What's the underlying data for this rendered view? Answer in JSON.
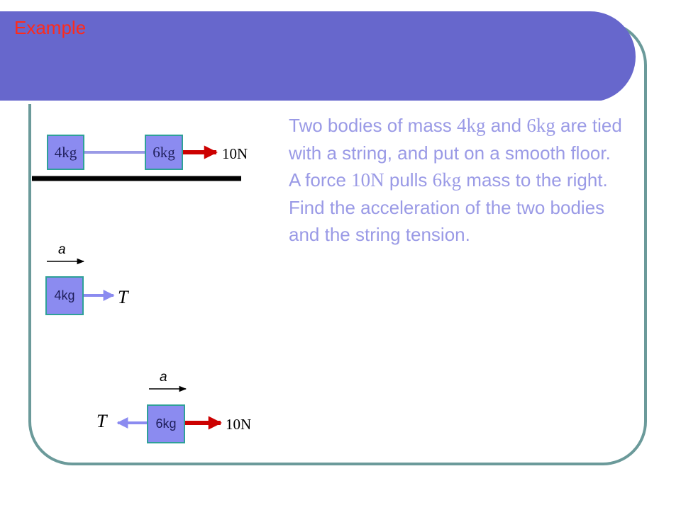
{
  "slide": {
    "title": "Example",
    "problem": {
      "seg1": "Two bodies of mass ",
      "m1": "4kg",
      "seg2": " and ",
      "m2": "6kg",
      "seg3": " are tied with a string, and put on a smooth floor. A force ",
      "force": "10N",
      "seg4": " pulls ",
      "m3": "6kg",
      "seg5": " mass to the right. Find the acceleration of the two bodies and the string tension."
    }
  },
  "diagram": {
    "system": {
      "box_left": "4kg",
      "box_right": "6kg",
      "force_label": "10N"
    },
    "fbd_4kg": {
      "accel_label": "a",
      "box": "4kg",
      "tension_label": "T"
    },
    "fbd_6kg": {
      "accel_label": "a",
      "tension_label": "T",
      "box": "6kg",
      "force_label": "10N"
    }
  },
  "colors": {
    "banner": "#6767cc",
    "title": "#ff2a1a",
    "problem_text": "#9a9ae6",
    "box_fill": "#8b8bf0",
    "force_arrow": "#cc0000",
    "tension_arrow": "#8b8bf0",
    "frame": "#6b9a9a"
  }
}
